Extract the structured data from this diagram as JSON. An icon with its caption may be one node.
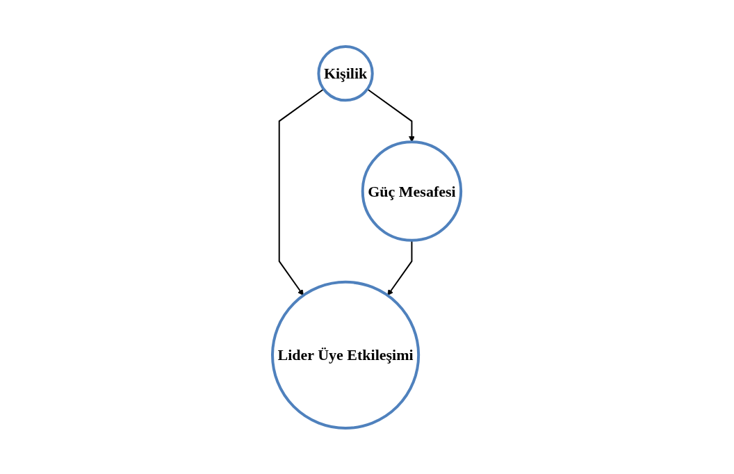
{
  "diagram": {
    "nodes": [
      {
        "text": [
          "Kişilik"
        ]
      },
      {
        "text": [
          "Güç Mesafesi"
        ]
      },
      {
        "text": [
          "Lider Üye Etkileşimi"
        ]
      }
    ],
    "edges": [
      {
        "from": 0,
        "to": 1,
        "arrow": "to"
      },
      {
        "from": 0,
        "to": 2,
        "arrow": "to"
      },
      {
        "from": 1,
        "to": 2,
        "arrow": "to"
      }
    ]
  }
}
